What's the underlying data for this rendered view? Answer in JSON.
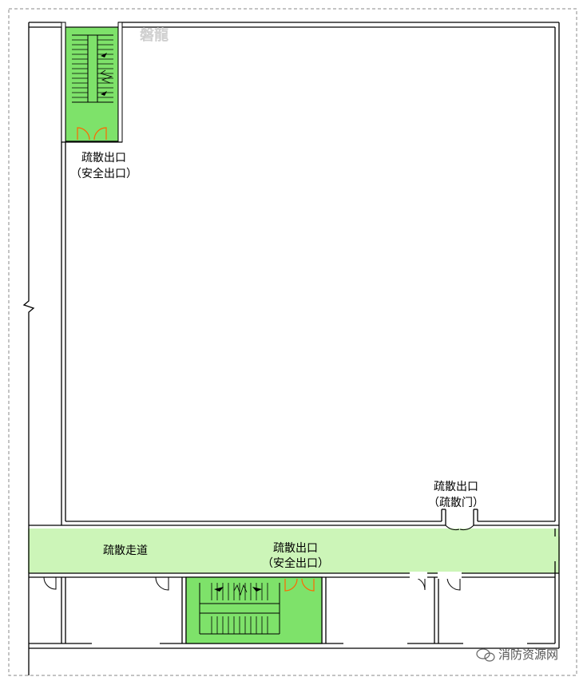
{
  "labels": {
    "top_exit_line1": "疏散出口",
    "top_exit_line2": "（安全出口）",
    "right_exit_line1": "疏散出口",
    "right_exit_line2": "（疏散门）",
    "corridor": "疏散走道",
    "bottom_exit_line1": "疏散出口",
    "bottom_exit_line2": "（安全出口）"
  },
  "watermark": {
    "text": "消防资源网",
    "seal_text": "磐龍"
  },
  "colors": {
    "green": "#ccf5b8",
    "stair_green": "#7ee26a",
    "wall": "#000000",
    "door": "#ff6600",
    "border": "#888888"
  }
}
